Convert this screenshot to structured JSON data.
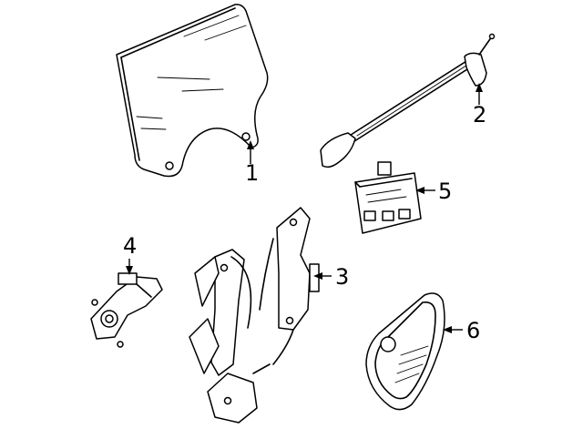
{
  "diagram": {
    "callouts": [
      {
        "id": "window-glass",
        "number": "1"
      },
      {
        "id": "run-channel",
        "number": "2"
      },
      {
        "id": "window-regulator",
        "number": "3"
      },
      {
        "id": "regulator-motor",
        "number": "4"
      },
      {
        "id": "control-module",
        "number": "5"
      },
      {
        "id": "switch-bezel",
        "number": "6"
      }
    ]
  }
}
